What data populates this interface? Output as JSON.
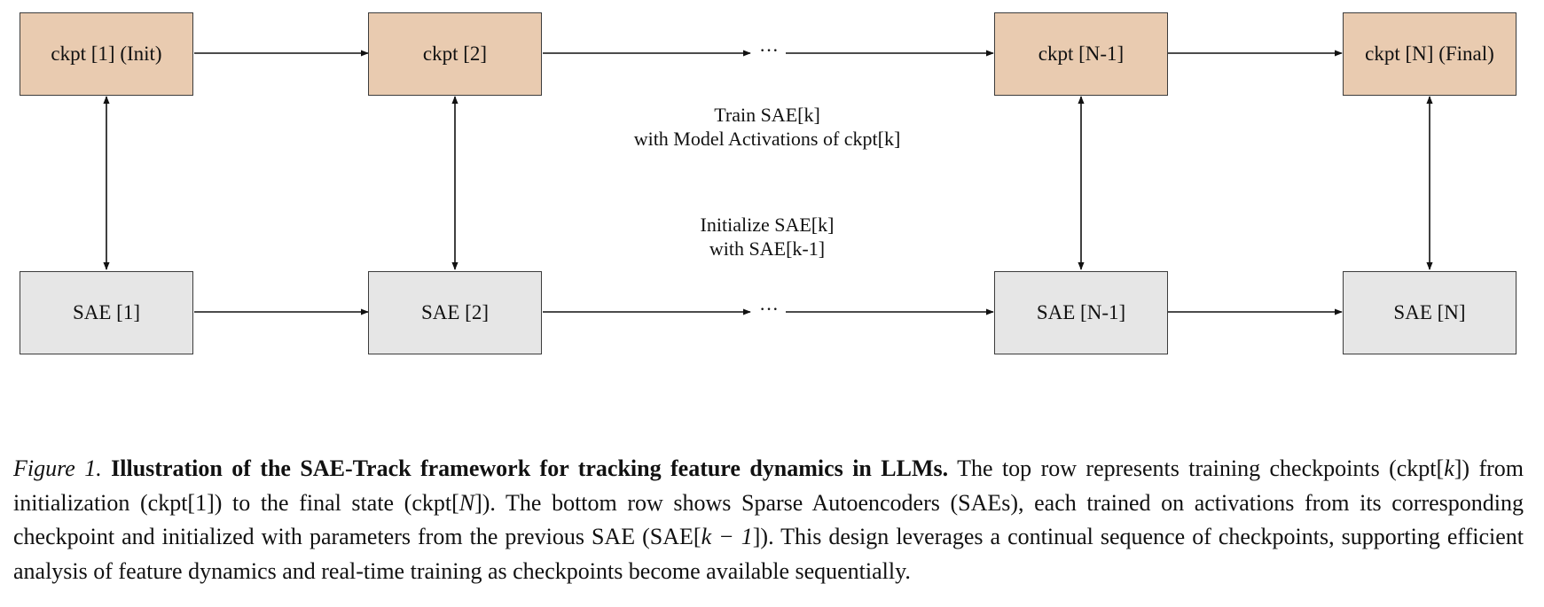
{
  "diagram": {
    "top_row": [
      {
        "label": "ckpt [1] (Init)"
      },
      {
        "label": "ckpt [2]"
      },
      {
        "label": "ckpt [N-1]"
      },
      {
        "label": "ckpt [N] (Final)"
      }
    ],
    "bottom_row": [
      {
        "label": "SAE [1]"
      },
      {
        "label": "SAE [2]"
      },
      {
        "label": "SAE [N-1]"
      },
      {
        "label": "SAE [N]"
      }
    ],
    "ellipsis": "···",
    "train_label": {
      "line1": "Train SAE[k]",
      "line2": "with Model Activations of ckpt[k]"
    },
    "init_label": {
      "line1": "Initialize SAE[k]",
      "line2": "with SAE[k-1]"
    },
    "colors": {
      "ckpt_fill": "#e9cbb0",
      "sae_fill": "#e6e6e6",
      "stroke": "#3c3c3c"
    }
  },
  "caption": {
    "label": "Figure 1.",
    "title": "Illustration of the SAE-Track framework for tracking feature dynamics in LLMs.",
    "text_1": "The top row represents training checkpoints (ckpt[",
    "math_k": "k",
    "text_2": "]) from initialization (ckpt[1]) to the final state (ckpt[",
    "math_N": "N",
    "text_3": "]). The bottom row shows Sparse Autoencoders (SAEs), each trained on activations from its corresponding checkpoint and initialized with parameters from the previous SAE (SAE[",
    "math_k_minus_1": "k − 1",
    "text_4": "]). This design leverages a continual sequence of checkpoints, supporting efficient analysis of feature dynamics and real-time training as checkpoints become available sequentially."
  }
}
